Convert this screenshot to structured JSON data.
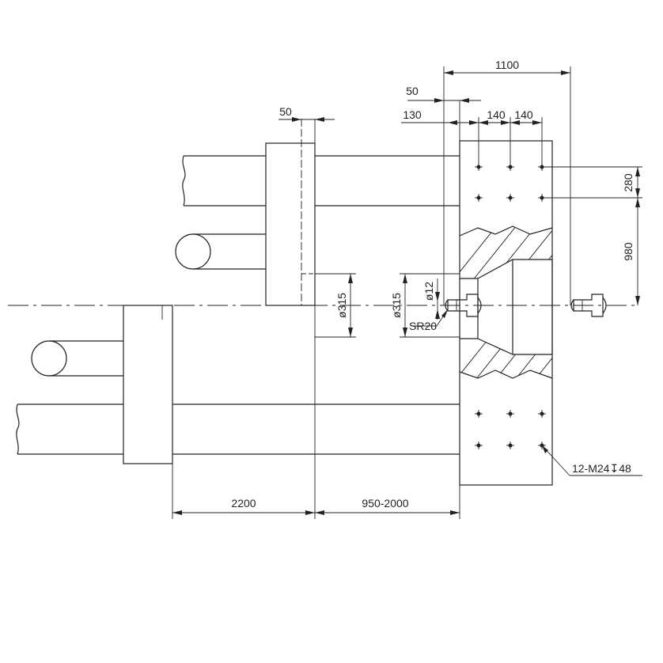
{
  "dimensions": {
    "top_width": "1100",
    "offset_50_right": "50",
    "offset_130": "130",
    "spacing_140_a": "140",
    "spacing_140_b": "140",
    "offset_50_left": "50",
    "vert_280": "280",
    "vert_980": "980",
    "dia_315_left": "ø315",
    "dia_315_right": "ø315",
    "dia_12": "ø12",
    "sr20": "SR20",
    "bottom_2200": "2200",
    "bottom_range": "950-2000",
    "thread_callout": "12-M24↧48"
  },
  "colors": {
    "line": "#222222",
    "background": "#ffffff"
  }
}
